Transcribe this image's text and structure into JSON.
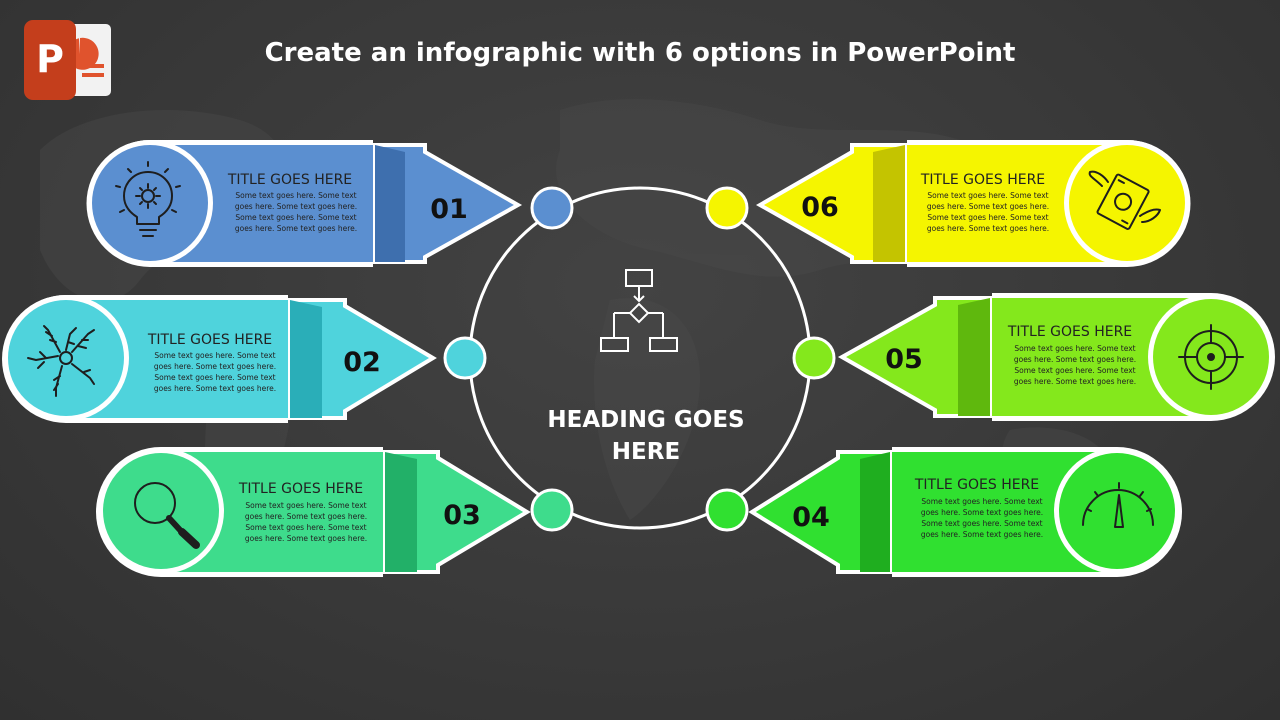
{
  "page_title": "Create an infographic with 6 options in PowerPoint",
  "app_logo_letter": "P",
  "center": {
    "heading_line1": "HEADING GOES",
    "heading_line2": "HERE"
  },
  "options": [
    {
      "number": "01",
      "title": "TITLE GOES HERE",
      "lines": [
        "Some text goes here. Some text",
        "goes here. Some text goes here.",
        "Some text goes here. Some text",
        "goes here. Some text goes here."
      ],
      "color": "#5b8fd0",
      "dark": "#3e6fae",
      "icon": "lightbulb-gear-icon"
    },
    {
      "number": "02",
      "title": "TITLE GOES HERE",
      "lines": [
        "Some text goes here. Some text",
        "goes here. Some text goes here.",
        "Some text goes here. Some text",
        "goes here. Some text goes here."
      ],
      "color": "#4fd3dc",
      "dark": "#2aaeb8",
      "icon": "teamwork-hands-icon"
    },
    {
      "number": "03",
      "title": "TITLE GOES HERE",
      "lines": [
        "Some text goes here. Some text",
        "goes here. Some text goes here.",
        "Some text goes here. Some text",
        "goes here. Some text goes here."
      ],
      "color": "#3edc8c",
      "dark": "#22b068",
      "icon": "magnifier-icon"
    },
    {
      "number": "04",
      "title": "TITLE GOES HERE",
      "lines": [
        "Some text goes here. Some text",
        "goes here. Some text goes here.",
        "Some text goes here. Some text",
        "goes here. Some text goes here."
      ],
      "color": "#30e030",
      "dark": "#1fae1f",
      "icon": "speedometer-icon"
    },
    {
      "number": "05",
      "title": "TITLE GOES HERE",
      "lines": [
        "Some text goes here. Some text",
        "goes here. Some text goes here.",
        "Some text goes here. Some text",
        "goes here. Some text goes here."
      ],
      "color": "#84e81c",
      "dark": "#5fb80d",
      "icon": "target-icon"
    },
    {
      "number": "06",
      "title": "TITLE GOES HERE",
      "lines": [
        "Some text goes here. Some text",
        "goes here. Some text goes here.",
        "Some text goes here. Some text",
        "goes here. Some text goes here."
      ],
      "color": "#f5f500",
      "dark": "#c4c400",
      "icon": "flying-money-icon"
    }
  ]
}
